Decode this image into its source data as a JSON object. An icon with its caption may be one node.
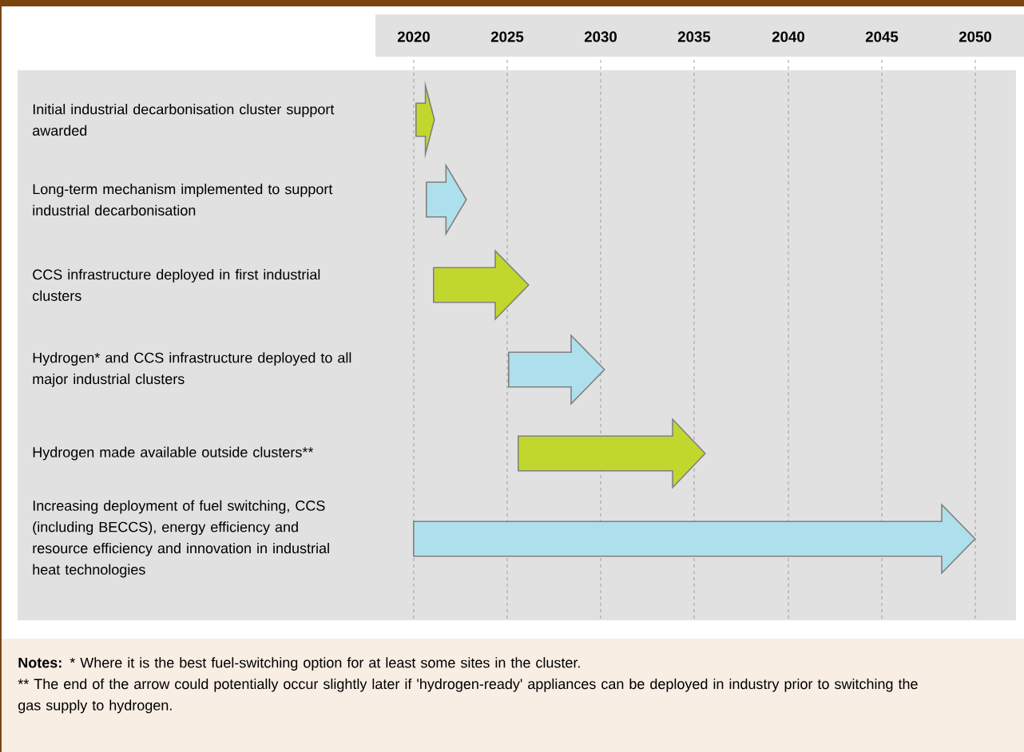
{
  "diagram": {
    "nodes": [
      {
        "text": [],
        "shape": "arrow"
      },
      {
        "text": [],
        "shape": "arrow"
      },
      {
        "text": [],
        "shape": "arrow"
      },
      {
        "text": [],
        "shape": "arrow"
      },
      {
        "text": [],
        "shape": "arrow"
      },
      {
        "text": [],
        "shape": "arrow"
      }
    ],
    "labels": [
      "2020",
      "2025",
      "2030",
      "2035",
      "2040",
      "2045",
      "2050",
      "Initial industrial decarbonisation cluster support awarded",
      "Long-term mechanism implemented to support industrial decarbonisation",
      "CCS infrastructure deployed in first industrial clusters",
      "Hydrogen* and CCS infrastructure deployed to all major industrial clusters",
      "Hydrogen made available outside clusters**",
      "Increasing deployment of fuel switching, CCS (including BECCS), energy efficiency and resource efficiency and innovation in industrial heat technologies",
      "Notes:",
      "* Where it is the best fuel-switching option for at least some sites in the cluster.",
      "** The end of the arrow could potentially occur slightly later if 'hydrogen-ready' appliances can be deployed in industry prior to switching the gas supply to hydrogen."
    ]
  }
}
